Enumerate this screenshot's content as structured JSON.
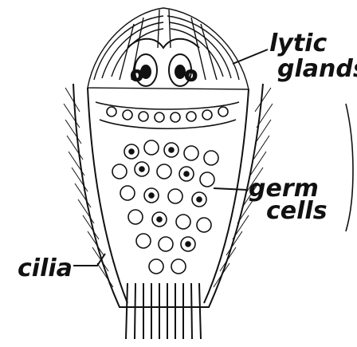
{
  "labels": {
    "lytic": "lytic",
    "glands": "glands",
    "germ": "germ",
    "cells": "cells",
    "cilia": "cilia"
  },
  "colors": {
    "ink": "#111111",
    "paper": "#ffffff"
  }
}
